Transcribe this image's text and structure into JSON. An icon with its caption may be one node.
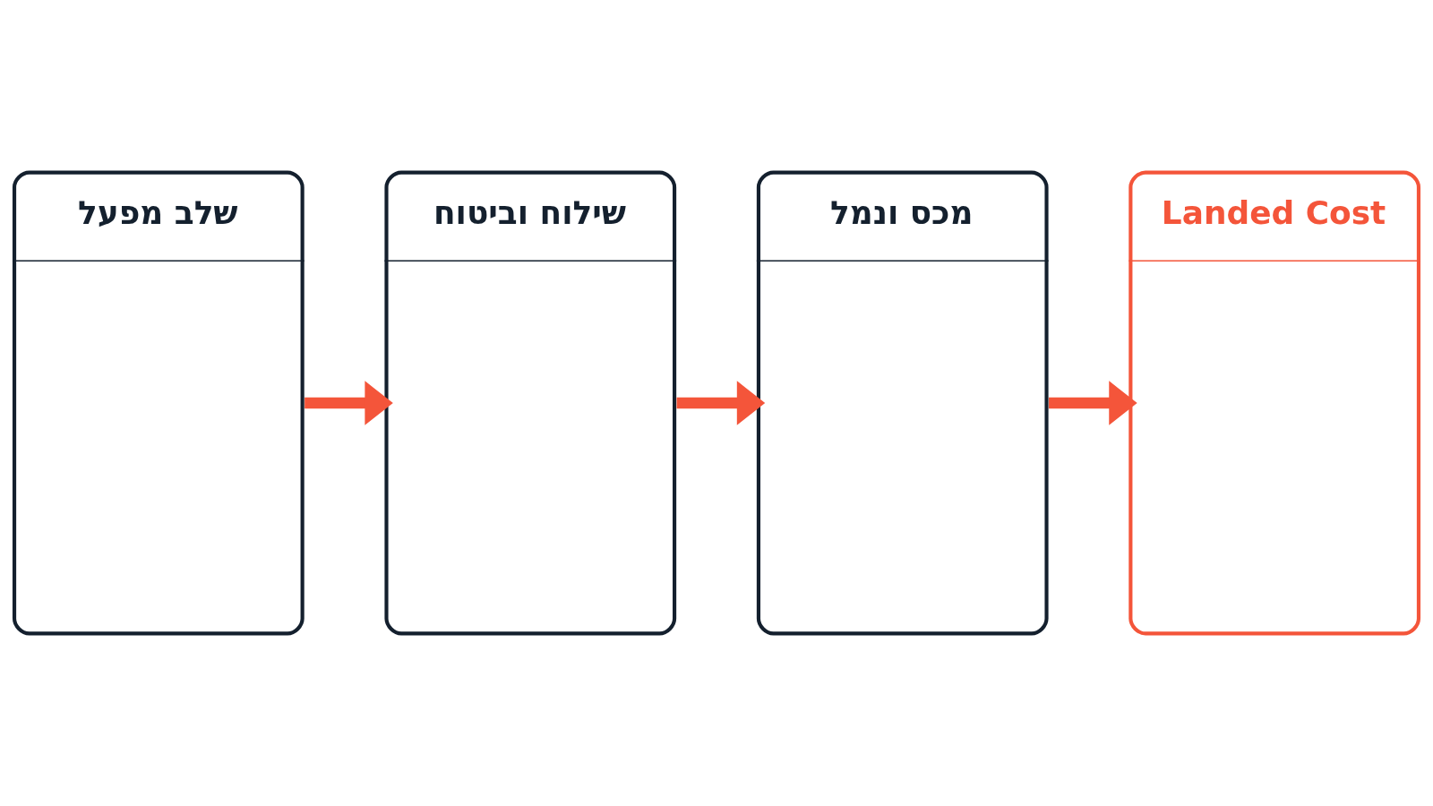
{
  "diagram": {
    "nodes": [
      {
        "text": [
          "שלב מפעל"
        ]
      },
      {
        "text": [
          "שילוח וביטוח"
        ]
      },
      {
        "text": [
          "מכס ונמל"
        ]
      },
      {
        "text": [
          "Landed Cost"
        ]
      }
    ],
    "edges": [
      {
        "from": 0,
        "to": 1,
        "arrow": "to"
      },
      {
        "from": 1,
        "to": 2,
        "arrow": "to"
      },
      {
        "from": 2,
        "to": 3,
        "arrow": "to"
      }
    ]
  }
}
